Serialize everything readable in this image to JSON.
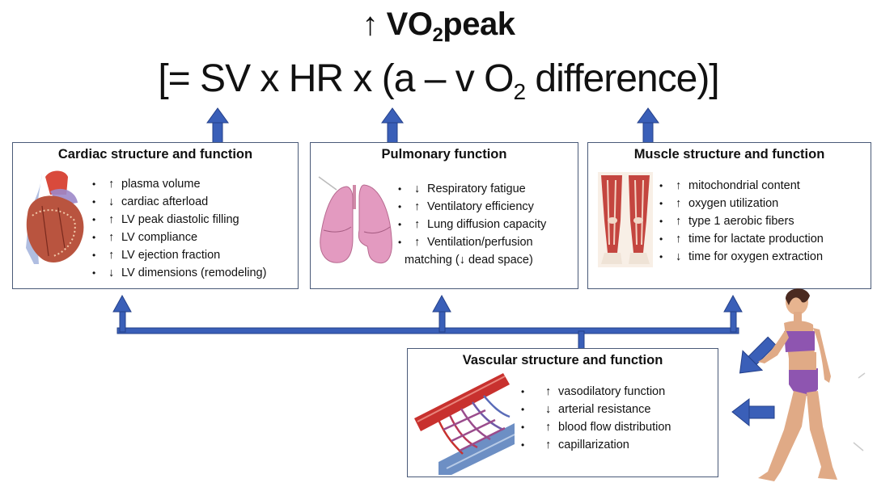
{
  "header": {
    "title_arrow": "↑",
    "title_main": "VO",
    "title_sub": "2",
    "title_rest": "peak",
    "formula_part1": "[= SV x HR x (a – v O",
    "formula_sub": "2",
    "formula_part2": " difference)]"
  },
  "boxes": {
    "cardiac": {
      "title": "Cardiac structure and function",
      "illustration": "heart-illustration",
      "items": [
        {
          "bullet": "•",
          "arrow": "↑",
          "text": "plasma volume"
        },
        {
          "bullet": "•",
          "arrow": "↓",
          "text": "cardiac afterload"
        },
        {
          "bullet": "•",
          "arrow": "↑",
          "text": "LV peak diastolic filling"
        },
        {
          "bullet": "•",
          "arrow": "↑",
          "text": "LV compliance"
        },
        {
          "bullet": "•",
          "arrow": "↑",
          "text": "LV ejection fraction"
        },
        {
          "bullet": "•",
          "arrow": "↓",
          "text": "LV dimensions (remodeling)"
        }
      ]
    },
    "pulmonary": {
      "title": "Pulmonary function",
      "illustration": "lungs-illustration",
      "items": [
        {
          "bullet": "•",
          "arrow": "↓",
          "text": "Respiratory fatigue"
        },
        {
          "bullet": "•",
          "arrow": "↑",
          "text": "Ventilatory efficiency"
        },
        {
          "bullet": "•",
          "arrow": "↑",
          "text": "Lung diffusion capacity"
        },
        {
          "bullet": "•",
          "arrow": "↑",
          "text": "Ventilation/perfusion"
        }
      ],
      "continuation": "matching (↓ dead space)"
    },
    "muscle": {
      "title": "Muscle structure and function",
      "illustration": "leg-muscles-illustration",
      "items": [
        {
          "bullet": "•",
          "arrow": "↑",
          "text": "mitochondrial content"
        },
        {
          "bullet": "•",
          "arrow": "↑",
          "text": "oxygen utilization"
        },
        {
          "bullet": "•",
          "arrow": "↑",
          "text": "type 1 aerobic fibers"
        },
        {
          "bullet": "•",
          "arrow": "↑",
          "text": "time for lactate production"
        },
        {
          "bullet": "•",
          "arrow": "↓",
          "text": "time for oxygen extraction"
        }
      ]
    },
    "vascular": {
      "title": "Vascular structure and function",
      "illustration": "blood-vessels-illustration",
      "items": [
        {
          "bullet": "•",
          "arrow": "↑",
          "text": "vasodilatory function"
        },
        {
          "bullet": "•",
          "arrow": "↓",
          "text": "arterial resistance"
        },
        {
          "bullet": "•",
          "arrow": "↑",
          "text": "blood flow distribution"
        },
        {
          "bullet": "•",
          "arrow": "↑",
          "text": "capillarization"
        }
      ]
    }
  },
  "figure": {
    "illustration": "walking-woman-illustration"
  },
  "colors": {
    "arrow": "#3a5fb8",
    "arrow_stroke": "#24408a",
    "box_border": "#4a5a78"
  }
}
